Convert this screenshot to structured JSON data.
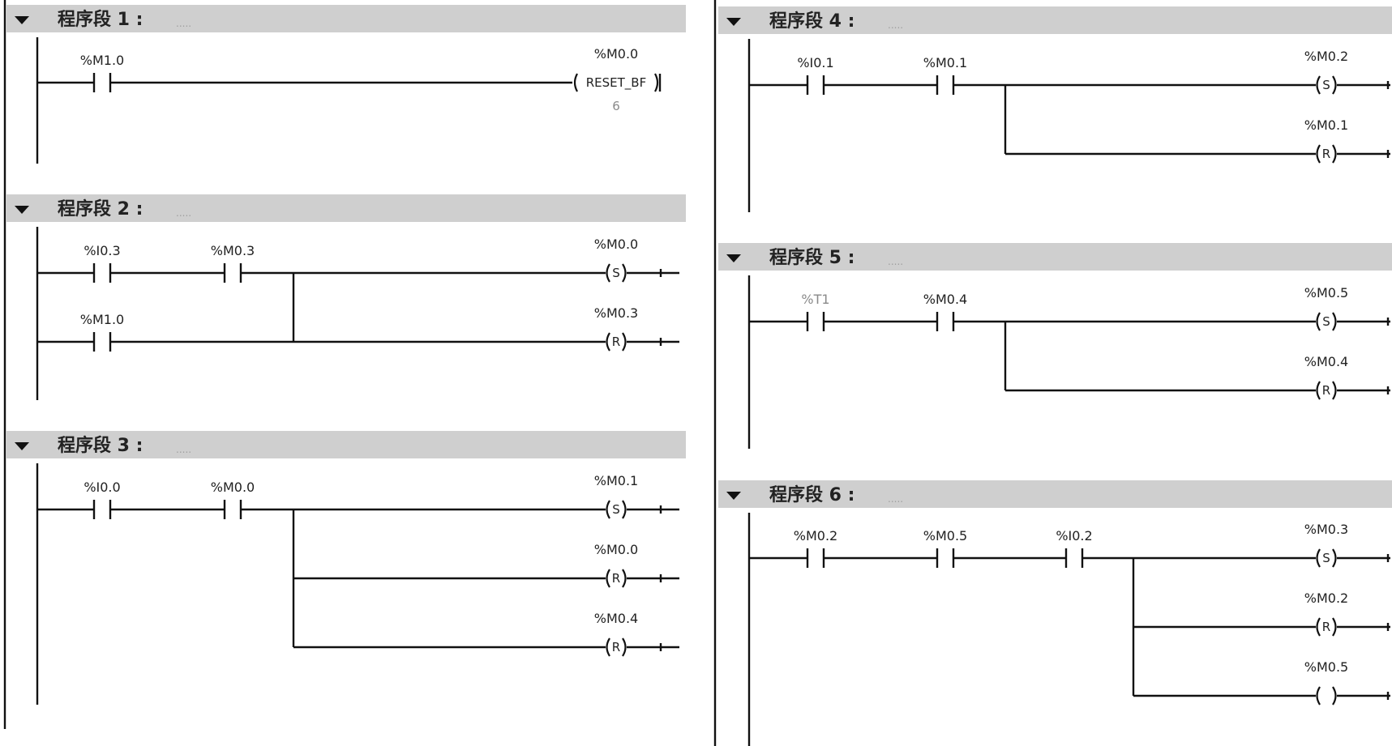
{
  "colors": {
    "header_bg": "#cfcfcf",
    "line": "#111111",
    "text": "#222222",
    "dim_text": "#8a8a8a"
  },
  "networks": [
    {
      "title": "程序段 1 :",
      "comment": ".....",
      "rungs": [
        {
          "contacts": [
            {
              "operand": "%M1.0"
            }
          ],
          "coils": [
            {
              "operand": "%M0.0",
              "symbol": "RESET_BF",
              "param": "6"
            }
          ]
        }
      ]
    },
    {
      "title": "程序段 2 :",
      "comment": ".....",
      "rungs": [
        {
          "contacts": [
            {
              "operand": "%I0.3"
            },
            {
              "operand": "%M0.3"
            }
          ],
          "coils": [
            {
              "operand": "%M0.0",
              "symbol": "S"
            }
          ]
        },
        {
          "contacts": [
            {
              "operand": "%M1.0"
            }
          ],
          "coils": [
            {
              "operand": "%M0.3",
              "symbol": "R"
            }
          ]
        }
      ]
    },
    {
      "title": "程序段 3 :",
      "comment": ".....",
      "rungs": [
        {
          "contacts": [
            {
              "operand": "%I0.0"
            },
            {
              "operand": "%M0.0"
            }
          ],
          "coils": [
            {
              "operand": "%M0.1",
              "symbol": "S"
            },
            {
              "operand": "%M0.0",
              "symbol": "R"
            },
            {
              "operand": "%M0.4",
              "symbol": "R"
            }
          ]
        }
      ]
    },
    {
      "title": "程序段 4 :",
      "comment": ".....",
      "rungs": [
        {
          "contacts": [
            {
              "operand": "%I0.1"
            },
            {
              "operand": "%M0.1"
            }
          ],
          "coils": [
            {
              "operand": "%M0.2",
              "symbol": "S"
            },
            {
              "operand": "%M0.1",
              "symbol": "R"
            }
          ]
        }
      ]
    },
    {
      "title": "程序段 5 :",
      "comment": ".....",
      "rungs": [
        {
          "contacts": [
            {
              "operand": "%T1",
              "dim": true
            },
            {
              "operand": "%M0.4"
            }
          ],
          "coils": [
            {
              "operand": "%M0.5",
              "symbol": "S"
            },
            {
              "operand": "%M0.4",
              "symbol": "R"
            }
          ]
        }
      ]
    },
    {
      "title": "程序段 6 :",
      "comment": ".....",
      "rungs": [
        {
          "contacts": [
            {
              "operand": "%M0.2"
            },
            {
              "operand": "%M0.5"
            },
            {
              "operand": "%I0.2"
            }
          ],
          "coils": [
            {
              "operand": "%M0.3",
              "symbol": "S"
            },
            {
              "operand": "%M0.2",
              "symbol": "R"
            },
            {
              "operand": "%M0.5",
              "symbol": ""
            }
          ]
        }
      ]
    }
  ]
}
